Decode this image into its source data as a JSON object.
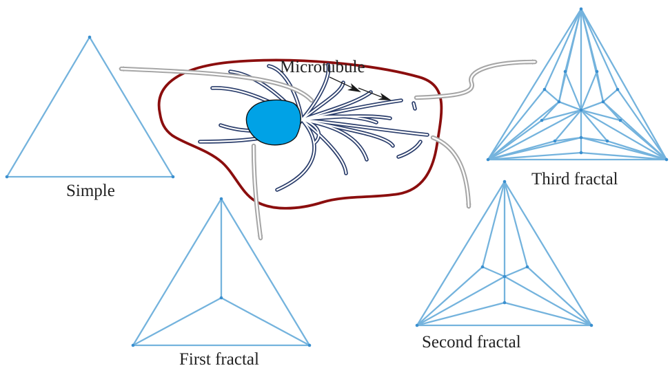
{
  "labels": {
    "microtubule": "Microtubule",
    "simple": "Simple",
    "first_fractal": "First fractal",
    "second_fractal": "Second fractal",
    "third_fractal": "Third fractal"
  },
  "colors": {
    "cell_membrane": "#8b0e0e",
    "nucleus": "#00a2e6",
    "microtubule": "#2a3d6b",
    "graph_edge": "#74b3dd",
    "graph_node": "#3a8fcf",
    "flow_arrow": "#a6a6a6",
    "pointer_arrow": "#1a1a1a"
  }
}
